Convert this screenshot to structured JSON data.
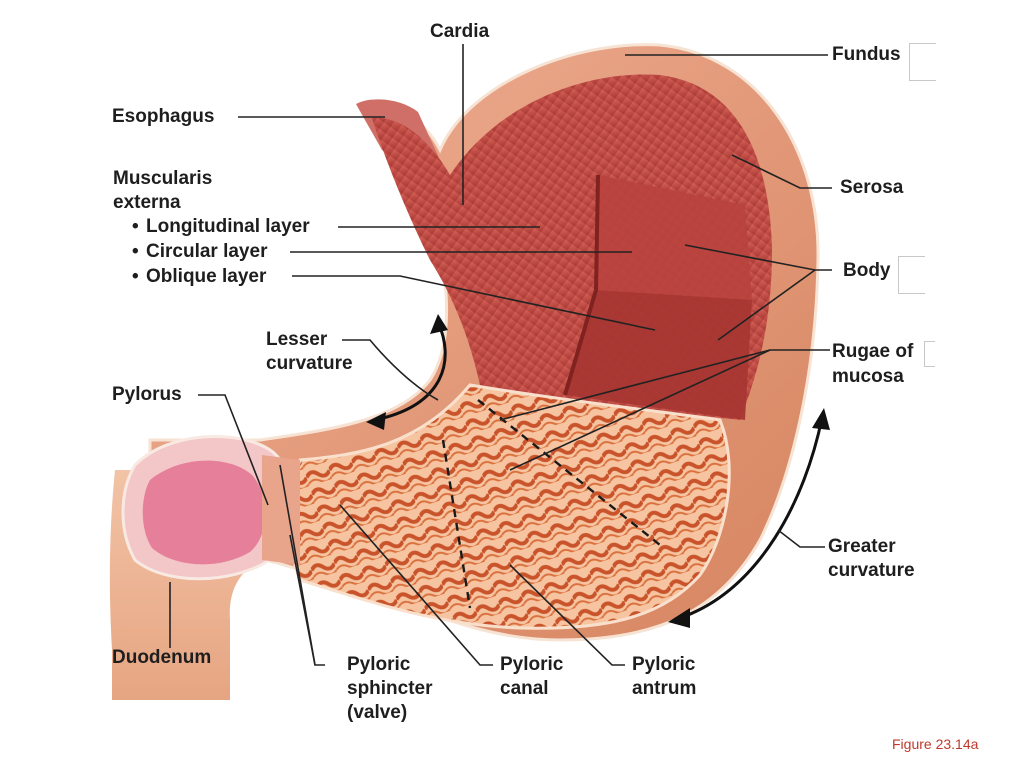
{
  "labels": {
    "cardia": "Cardia",
    "fundus": "Fundus",
    "esophagus": "Esophagus",
    "muscularis_1": "Muscularis",
    "muscularis_2": "externa",
    "longitudinal": "Longitudinal layer",
    "circular": "Circular layer",
    "oblique": "Oblique layer",
    "serosa": "Serosa",
    "body": "Body",
    "lesser_1": "Lesser",
    "lesser_2": "curvature",
    "rugae_1": "Rugae of",
    "rugae_2": "mucosa",
    "pylorus": "Pylorus",
    "greater_1": "Greater",
    "greater_2": "curvature",
    "duodenum": "Duodenum",
    "sphincter_1": "Pyloric",
    "sphincter_2": "sphincter",
    "sphincter_3": "(valve)",
    "canal_1": "Pyloric",
    "canal_2": "canal",
    "antrum_1": "Pyloric",
    "antrum_2": "antrum"
  },
  "bullet_char": "•",
  "figure_caption": "Figure 23.14a",
  "colors": {
    "muscle": "#c24a44",
    "muscle_dark": "#8e2a28",
    "serosa": "#e39a7c",
    "mucosa": "#f1b08a",
    "rugae": "#c9542c",
    "pylorus_inner": "#e67f9a",
    "caption": "#c0392b"
  }
}
